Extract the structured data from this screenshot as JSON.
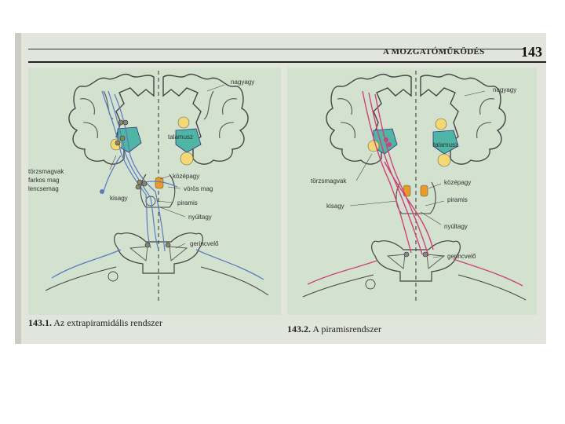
{
  "header": {
    "running_title": "A MOZGATÓMŰKÖDÉS",
    "page_number": "143"
  },
  "figure1": {
    "number": "143.1.",
    "title": "Az extrapiramidális rendszer",
    "labels": {
      "nagyagy": "nagyagy",
      "talamusz": "talamusz",
      "torzsmagvak": "törzsmagvak",
      "farkos_mag": "farkos mag",
      "lencsemag": "lencsemag",
      "kozepagy": "középagy",
      "voros_mag": "vörös mag",
      "kisagy": "kisagy",
      "piramis": "piramis",
      "nyultagy": "nyúltagy",
      "gerincvelo": "gerincvelő"
    }
  },
  "figure2": {
    "number": "143.2.",
    "title": "A piramisrendszer",
    "labels": {
      "nagyagy": "nagyagy",
      "talamusz": "talamusz",
      "torzsmagvak": "törzsmagvak",
      "kozepagy": "középagy",
      "kisagy": "kisagy",
      "piramis": "piramis",
      "nyultagy": "nyúltagy",
      "gerincvelo": "gerincvelő"
    }
  },
  "colors": {
    "page": "#e2e5dc",
    "figure_bg": "#d3e1cf",
    "extrapyramidal_tract": "#5a7bc0",
    "pyramidal_tract": "#d0407a",
    "thalamus": "#4fb5a5",
    "nucleus": "#f3d873",
    "red_nucleus": "#e89a2a"
  }
}
